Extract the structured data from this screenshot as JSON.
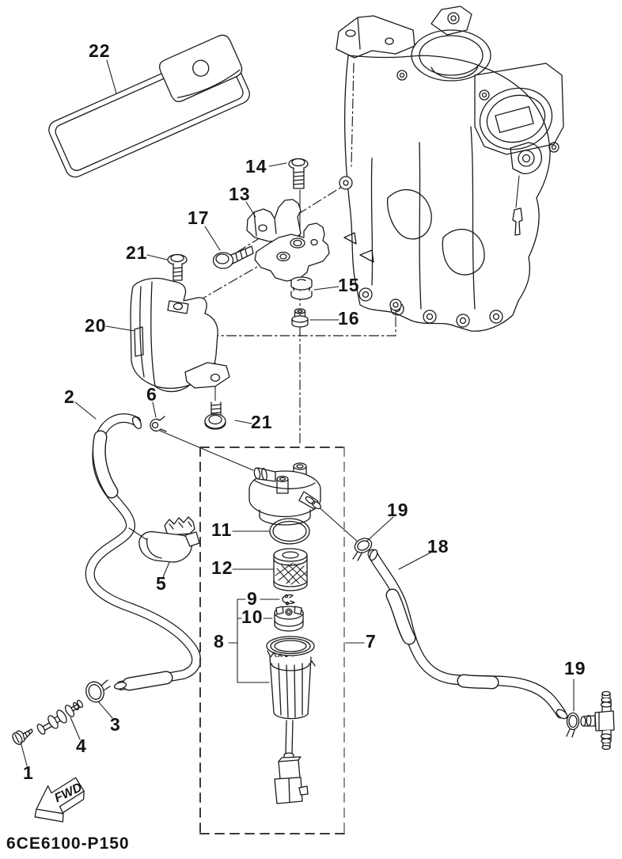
{
  "diagram": {
    "part_code": "6CE6100-P150",
    "fwd_label": "FWD",
    "colors": {
      "line": "#1a1a1a",
      "background": "#ffffff",
      "box_dash": "#3a3a3a",
      "box_dash_right": "#8f8f8f"
    }
  },
  "callouts": [
    "22",
    "14",
    "13",
    "17",
    "21",
    "15",
    "16",
    "20",
    "2",
    "6",
    "21",
    "11",
    "12",
    "9",
    "10",
    "8",
    "7",
    "5",
    "19",
    "18",
    "19",
    "3",
    "4",
    "1"
  ]
}
